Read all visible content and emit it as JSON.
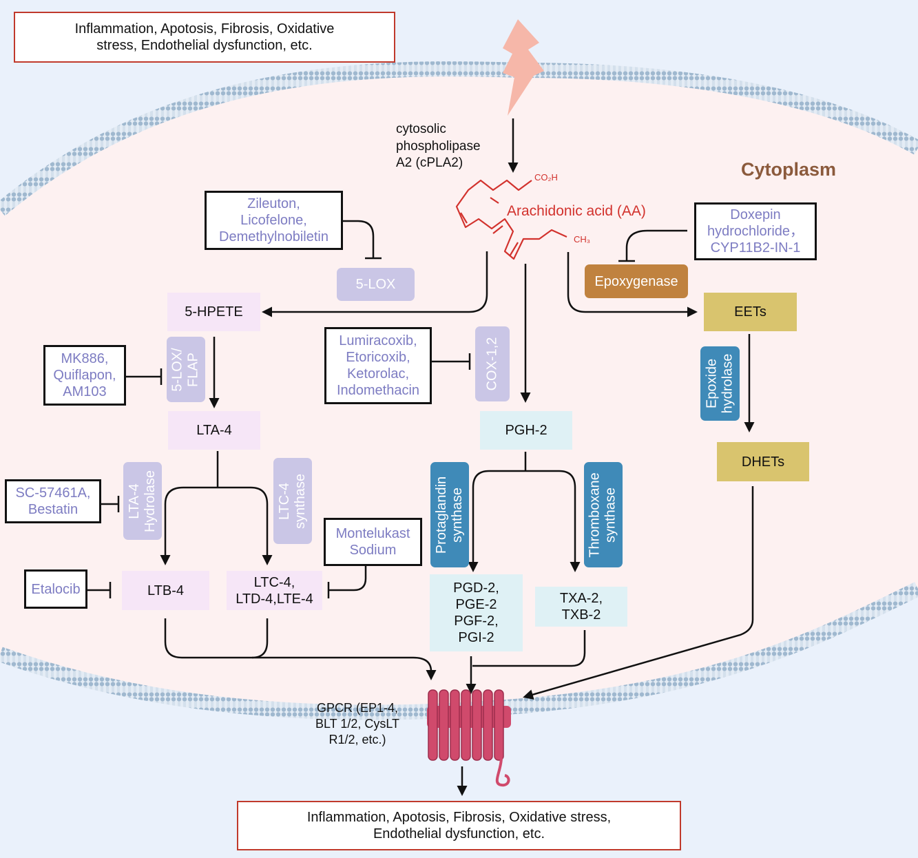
{
  "outcome_top": "Inflammation, Apotosis, Fibrosis, Oxidative\nstress, Endothelial dysfunction, etc.",
  "outcome_bottom": "Inflammation, Apotosis, Fibrosis, Oxidative stress,\nEndothelial dysfunction, etc.",
  "compartment_label": "Cytoplasm",
  "cpla2_label": "cytosolic\nphospholipase\nA2 (cPLA2)",
  "molecule": {
    "name": "Arachidonic acid (AA)",
    "cooh": "CO₂H",
    "ch3": "CH₃"
  },
  "inhibitors": {
    "lox": "Zileuton,\nLicofelone,\nDemethylnobiletin",
    "flap": "MK886,\nQuiflapon,\nAM103",
    "cox": "Lumiracoxib,\nEtoricoxib,\nKetorolac,\nIndomethacin",
    "epox": "Doxepin\nhydrochloride，\nCYP11B2-IN-1",
    "lta4h": "SC-57461A,\nBestatin",
    "cyslt": "Montelukast\nSodium",
    "ltb4": "Etalocib"
  },
  "enzymes": {
    "lox5": "5-LOX",
    "flap": "5-LOX/\nFLAP",
    "cox": "COX-1,2",
    "epoxygenase": "Epoxygenase",
    "epoxide_hydrolase": "Epoxide\nhydrolase",
    "lta4_hydrolase": "LTA-4\nHydrolase",
    "ltc4_synthase": "LTC-4\nsynthase",
    "prostaglandin_synthase": "Protaglandin\nsynthase",
    "thromboxane_synthase": "Thromboxane\nsynthase"
  },
  "metabolites": {
    "hpete": "5-HPETE",
    "lta4": "LTA-4",
    "ltb4": "LTB-4",
    "ltc4": "LTC-4,\nLTD-4,LTE-4",
    "pgh2": "PGH-2",
    "pgs": "PGD-2,\nPGE-2\nPGF-2,\nPGI-2",
    "txs": "TXA-2,\nTXB-2",
    "eets": "EETs",
    "dhets": "DHETs"
  },
  "receptor_label": "GPCR (EP1-4,\nBLT 1/2, CysLT\nR1/2, etc.)",
  "colors": {
    "background": "#eaf1fb",
    "cytoplasm": "#fdf1f1",
    "membrane": "#9fb8cf",
    "outcome_border": "#c0392b",
    "inhibitor_text": "#7d7cc2",
    "aa_red": "#d2322d",
    "cytoplasm_label": "#8b5a3c",
    "receptor": "#d04a6c",
    "lightning": "#f6b7a9"
  }
}
